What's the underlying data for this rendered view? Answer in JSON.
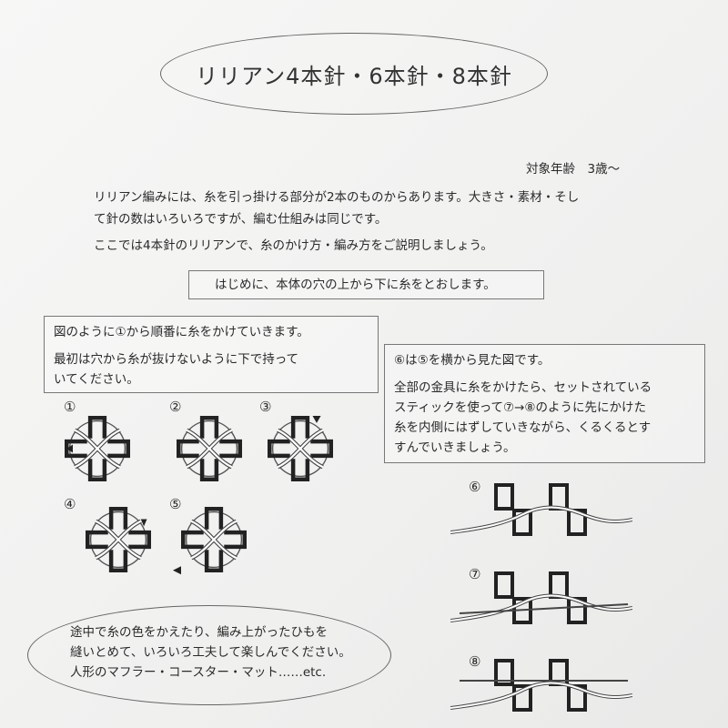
{
  "title": "リリアン4本針・6本針・8本針",
  "target_age": "対象年齢　3歳～",
  "intro": {
    "line1": "リリアン編みには、糸を引っ掛ける部分が2本のものからあります。大きさ・素材・そし",
    "line2": "て針の数はいろいろですが、編む仕組みは同じです。",
    "line3": "ここでは4本針のリリアンで、糸のかけ方・編み方をご説明しましょう。"
  },
  "start_box": "はじめに、本体の穴の上から下に糸をとおします。",
  "left_box": {
    "line1": "図のように①から順番に糸をかけていきます。",
    "line2": "最初は穴から糸が抜けないように下で持って",
    "line3": "いてください。"
  },
  "right_box": {
    "line1": "⑥は⑤を横から見た図です。",
    "line2": "全部の金具に糸をかけたら、セットされている",
    "line3": "スティックを使って⑦→⑧のように先にかけた",
    "line4": "糸を内側にはずしていきながら、くるくるとす",
    "line5": "すんでいきましょう。"
  },
  "step_numbers": [
    "①",
    "②",
    "③",
    "④",
    "⑤",
    "⑥",
    "⑦",
    "⑧"
  ],
  "closing": {
    "line1": "途中で糸の色をかえたり、編み上がったひもを",
    "line2": "縫いとめて、いろいろ工夫して楽しんでください。",
    "line3": "人形のマフラー・コースター・マット……etc."
  }
}
